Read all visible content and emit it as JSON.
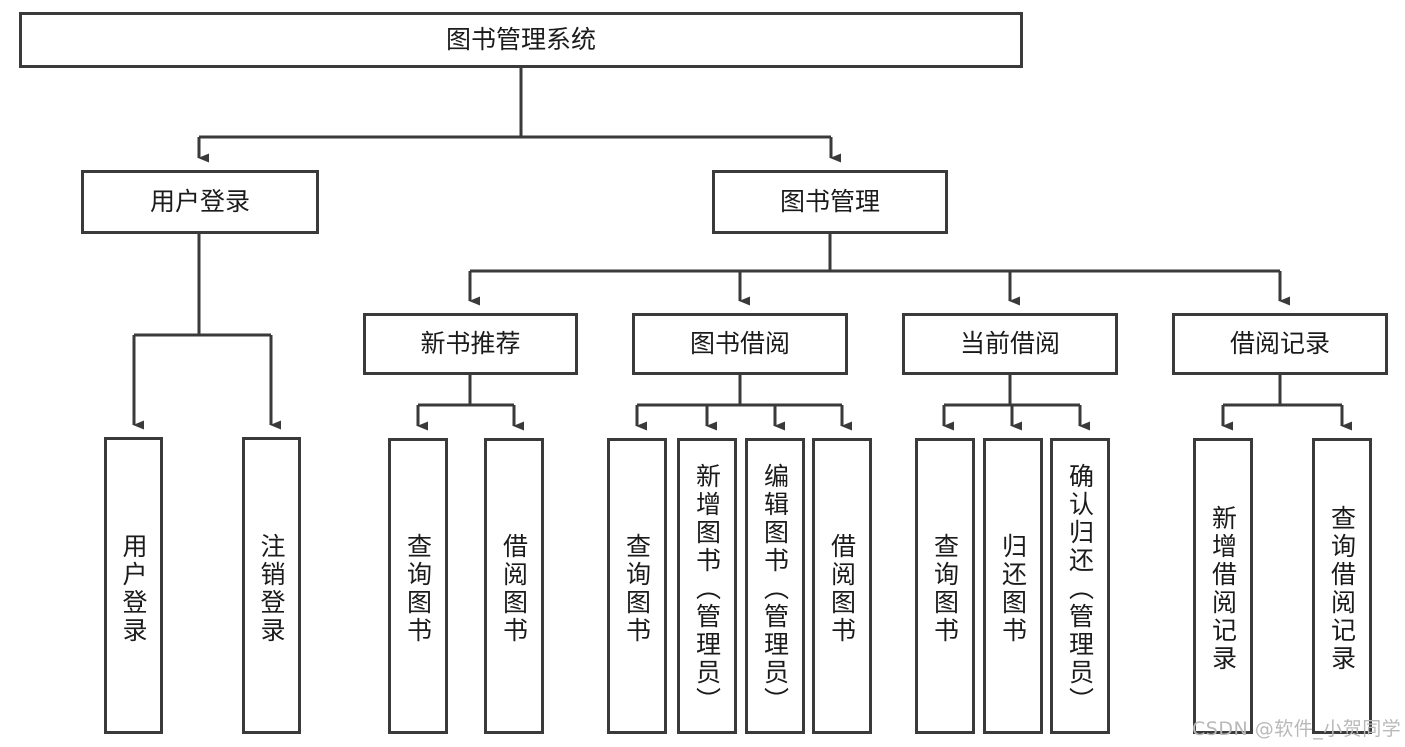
{
  "diagram": {
    "title": "图书管理系统",
    "type": "tree-hierarchy",
    "root": {
      "id": "root",
      "label": "图书管理系统"
    },
    "level1": [
      {
        "id": "user-login",
        "label": "用户登录"
      },
      {
        "id": "book-manage",
        "label": "图书管理"
      }
    ],
    "level2": [
      {
        "id": "new-book-rec",
        "label": "新书推荐",
        "parent": "book-manage"
      },
      {
        "id": "book-borrow",
        "label": "图书借阅",
        "parent": "book-manage"
      },
      {
        "id": "current-borrow",
        "label": "当前借阅",
        "parent": "book-manage"
      },
      {
        "id": "borrow-record",
        "label": "借阅记录",
        "parent": "book-manage"
      }
    ],
    "leaves": [
      {
        "id": "leaf-user-login",
        "label": "用户登录",
        "parent": "user-login"
      },
      {
        "id": "leaf-logout",
        "label": "注销登录",
        "parent": "user-login"
      },
      {
        "id": "leaf-query-book-1",
        "label": "查询图书",
        "parent": "new-book-rec"
      },
      {
        "id": "leaf-borrow-book-1",
        "label": "借阅图书",
        "parent": "new-book-rec"
      },
      {
        "id": "leaf-query-book-2",
        "label": "查询图书",
        "parent": "book-borrow"
      },
      {
        "id": "leaf-add-book",
        "label": "新增图书（管理员）",
        "parent": "book-borrow"
      },
      {
        "id": "leaf-edit-book",
        "label": "编辑图书（管理员）",
        "parent": "book-borrow"
      },
      {
        "id": "leaf-borrow-book-2",
        "label": "借阅图书",
        "parent": "book-borrow"
      },
      {
        "id": "leaf-query-book-3",
        "label": "查询图书",
        "parent": "current-borrow"
      },
      {
        "id": "leaf-return-book",
        "label": "归还图书",
        "parent": "current-borrow"
      },
      {
        "id": "leaf-confirm-return",
        "label": "确认归还（管理员）",
        "parent": "current-borrow"
      },
      {
        "id": "leaf-add-record",
        "label": "新增借阅记录",
        "parent": "borrow-record"
      },
      {
        "id": "leaf-query-record",
        "label": "查询借阅记录",
        "parent": "borrow-record"
      }
    ],
    "watermark": "CSDN @软件_小贺同学",
    "colors": {
      "stroke": "#3a3a3a",
      "fill": "#ffffff",
      "text": "#1b1b1b",
      "watermark": "#b9b9b9"
    }
  }
}
